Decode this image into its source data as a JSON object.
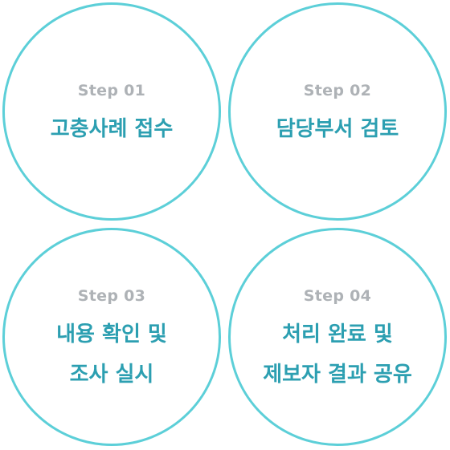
{
  "steps": [
    {
      "label": "Step 01",
      "title": [
        "고충사례 접수"
      ]
    },
    {
      "label": "Step 02",
      "title": [
        "담당부서 검토"
      ]
    },
    {
      "label": "Step 03",
      "title": [
        "내용 확인 및",
        "조사 실시"
      ]
    },
    {
      "label": "Step 04",
      "title": [
        "처리 완료 및",
        "제보자 결과 공유"
      ]
    }
  ],
  "colors": {
    "circle_border": "#5ccfd8",
    "step_label": "#aeb2b6",
    "step_title": "#2c9fb1"
  }
}
